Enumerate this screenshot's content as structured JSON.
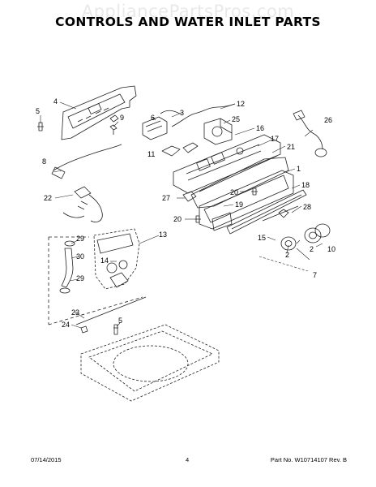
{
  "watermark": "AppliancePartsPros.com",
  "title": "CONTROLS AND WATER INLET PARTS",
  "footer": {
    "date": "07/14/2015",
    "page": "4",
    "part_number": "Part No. W10714107  Rev. B"
  },
  "callouts": [
    {
      "id": "1",
      "label": "1"
    },
    {
      "id": "2a",
      "label": "2"
    },
    {
      "id": "2b",
      "label": "2"
    },
    {
      "id": "3",
      "label": "3"
    },
    {
      "id": "4",
      "label": "4"
    },
    {
      "id": "5a",
      "label": "5"
    },
    {
      "id": "5b",
      "label": "5"
    },
    {
      "id": "6",
      "label": "6"
    },
    {
      "id": "7",
      "label": "7"
    },
    {
      "id": "8",
      "label": "8"
    },
    {
      "id": "9",
      "label": "9"
    },
    {
      "id": "10",
      "label": "10"
    },
    {
      "id": "11",
      "label": "11"
    },
    {
      "id": "12",
      "label": "12"
    },
    {
      "id": "13",
      "label": "13"
    },
    {
      "id": "14",
      "label": "14"
    },
    {
      "id": "15",
      "label": "15"
    },
    {
      "id": "16",
      "label": "16"
    },
    {
      "id": "17",
      "label": "17"
    },
    {
      "id": "18",
      "label": "18"
    },
    {
      "id": "19",
      "label": "19"
    },
    {
      "id": "20a",
      "label": "20"
    },
    {
      "id": "20b",
      "label": "20"
    },
    {
      "id": "21",
      "label": "21"
    },
    {
      "id": "22",
      "label": "22"
    },
    {
      "id": "23",
      "label": "23"
    },
    {
      "id": "24",
      "label": "24"
    },
    {
      "id": "25",
      "label": "25"
    },
    {
      "id": "26",
      "label": "26"
    },
    {
      "id": "27",
      "label": "27"
    },
    {
      "id": "28",
      "label": "28"
    },
    {
      "id": "29a",
      "label": "29"
    },
    {
      "id": "29b",
      "label": "29"
    },
    {
      "id": "30",
      "label": "30"
    }
  ]
}
